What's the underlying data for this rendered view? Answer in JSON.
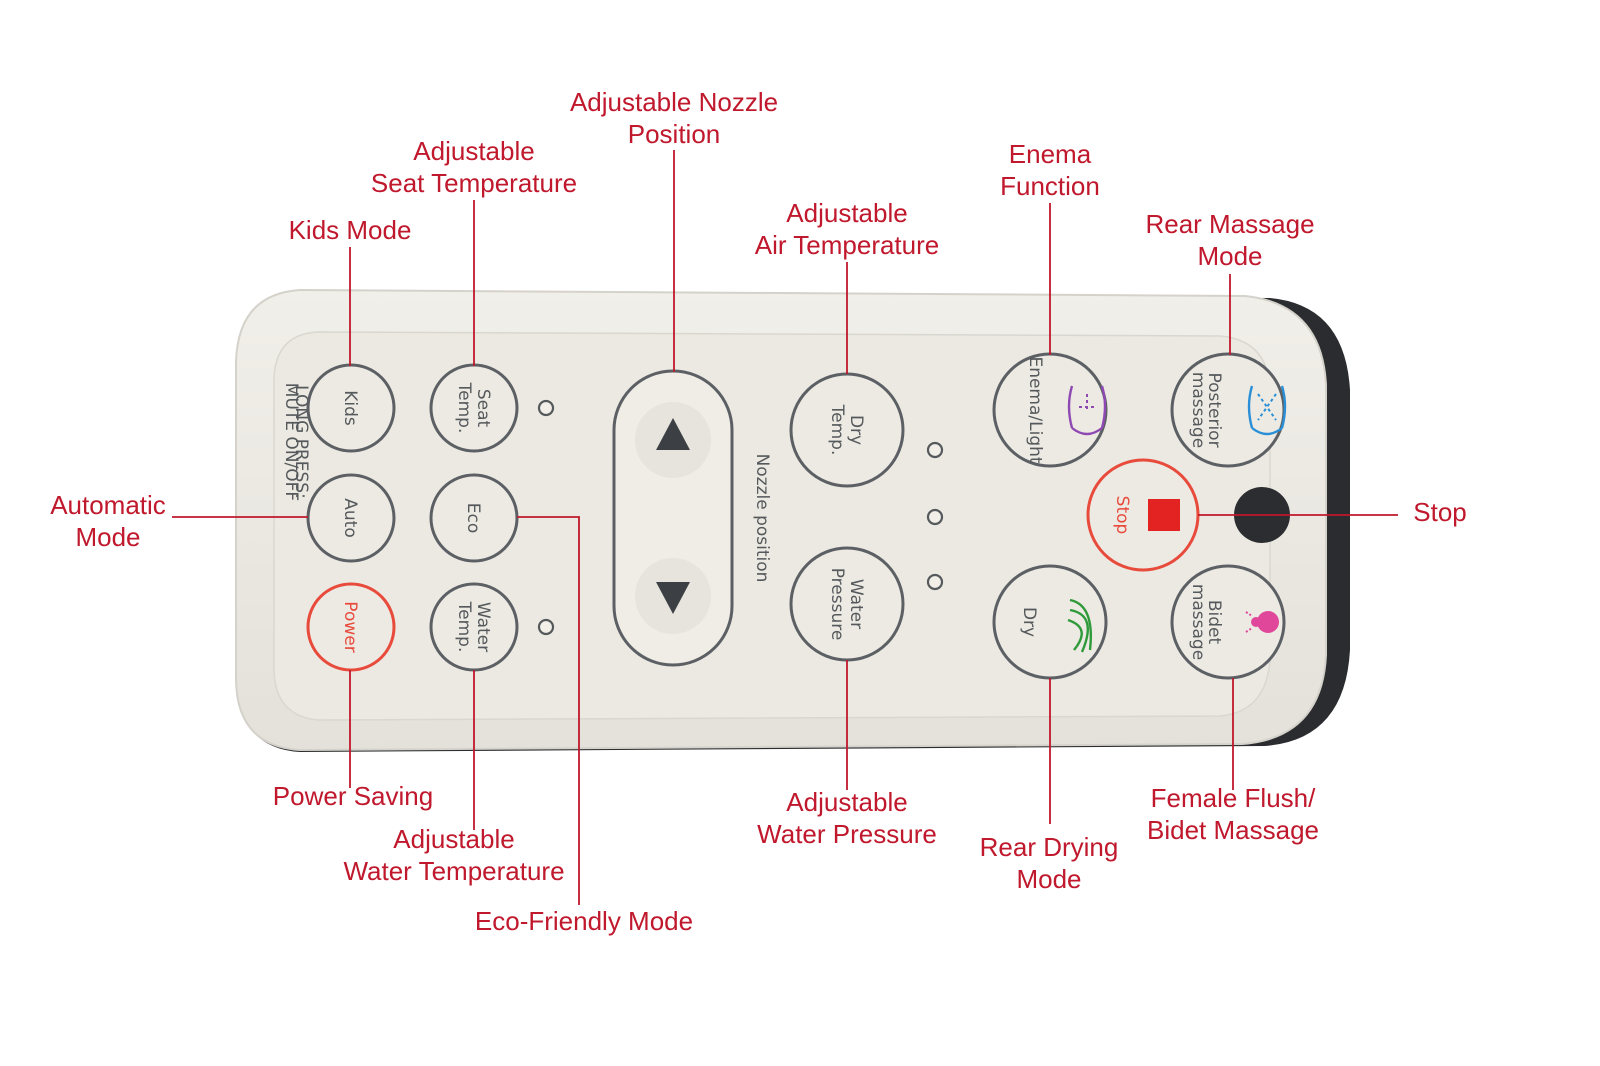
{
  "colors": {
    "callout": "#c0182c",
    "remote_body": "#e9e7df",
    "button_ring": "#5c6064",
    "power_ring": "#e84a3c",
    "stop_square": "#e32222",
    "bidet_icon": "#e0479b",
    "posterior_icon": "#2a8fd6",
    "enema_icon": "#8e49b3",
    "dry_icon": "#2f9a3a"
  },
  "callouts": {
    "kids": [
      "Kids Mode"
    ],
    "seat_temp": [
      "Adjustable",
      "Seat Temperature"
    ],
    "nozzle": [
      "Adjustable Nozzle",
      "Position"
    ],
    "air_temp": [
      "Adjustable",
      "Air Temperature"
    ],
    "enema": [
      "Enema",
      "Function"
    ],
    "rear_massage": [
      "Rear Massage",
      "Mode"
    ],
    "automatic": [
      "Automatic",
      "Mode"
    ],
    "stop": [
      "Stop"
    ],
    "power_saving": [
      "Power Saving"
    ],
    "water_temp": [
      "Adjustable",
      "Water Temperature"
    ],
    "eco": [
      "Eco-Friendly Mode"
    ],
    "water_pressure": [
      "Adjustable",
      "Water Pressure"
    ],
    "rear_drying": [
      "Rear Drying",
      "Mode"
    ],
    "female_flush": [
      "Female Flush/",
      "Bidet Massage"
    ]
  },
  "remote": {
    "side_note": [
      "LONG PRESS:",
      "MUTE ON/OFF"
    ],
    "nozzle_label": "Nozzle position",
    "buttons": {
      "kids": [
        "Kids"
      ],
      "seat_temp": [
        "Seat",
        "Temp."
      ],
      "auto": [
        "Auto"
      ],
      "eco": [
        "Eco"
      ],
      "power": [
        "Power"
      ],
      "water_temp": [
        "Water",
        "Temp."
      ],
      "dry_temp": [
        "Dry",
        "Temp."
      ],
      "water_pressure": [
        "Water",
        "Pressure"
      ],
      "enema": [
        "Enema/Light"
      ],
      "posterior": [
        "Posterior",
        "massage"
      ],
      "stop": [
        "Stop"
      ],
      "dry": [
        "Dry"
      ],
      "bidet": [
        "Bidet",
        "massage"
      ]
    },
    "nozzle_up_icon": "triangle-up-icon",
    "nozzle_down_icon": "triangle-down-icon"
  }
}
